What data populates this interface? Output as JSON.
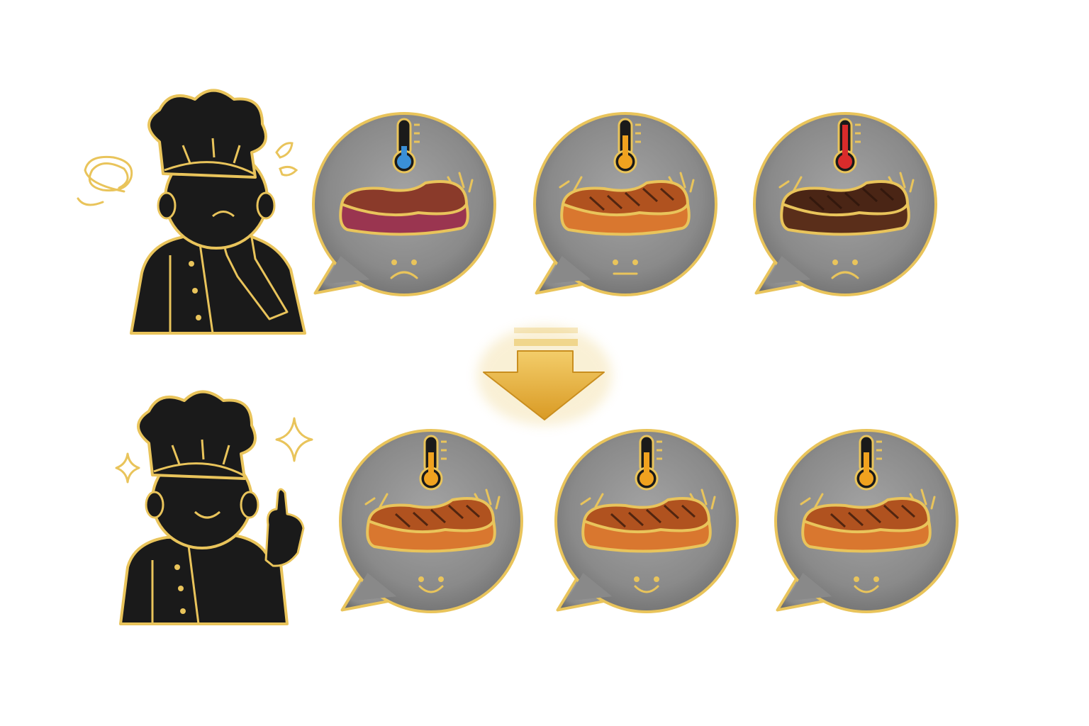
{
  "colors": {
    "gold": "#e9c45b",
    "chef_fill": "#1a1a1a",
    "bubble_fill": "#8d8d8d",
    "thermo_cold": "#3a8fd6",
    "thermo_medium": "#f0a21f",
    "thermo_hot": "#d92b2b",
    "steak_rare_top": "#8a3a2a",
    "steak_rare_side": "#9a3550",
    "steak_medium_top": "#b0521f",
    "steak_medium_side": "#d9772f",
    "steak_welldone_top": "#4a2515",
    "steak_welldone_side": "#5a2e1a",
    "arrow": "#e7b23f"
  },
  "rows": {
    "before": {
      "chef": {
        "expression": "confused",
        "accessory": "scribble-icon"
      },
      "bubbles": [
        {
          "name": "rare-steak-bubble",
          "thermometer": "cold",
          "doneness": "rare",
          "face": "sad"
        },
        {
          "name": "medium-steak-bubble",
          "thermometer": "medium",
          "doneness": "medium",
          "face": "neutral"
        },
        {
          "name": "welldone-steak-bubble",
          "thermometer": "hot",
          "doneness": "welldone",
          "face": "sad"
        }
      ]
    },
    "after": {
      "chef": {
        "expression": "happy",
        "accessory": "sparkle-icon"
      },
      "bubbles": [
        {
          "name": "consistent-steak-bubble-1",
          "thermometer": "medium",
          "doneness": "medium",
          "face": "happy"
        },
        {
          "name": "consistent-steak-bubble-2",
          "thermometer": "medium",
          "doneness": "medium",
          "face": "happy"
        },
        {
          "name": "consistent-steak-bubble-3",
          "thermometer": "medium",
          "doneness": "medium",
          "face": "happy"
        }
      ]
    }
  },
  "transition": {
    "icon": "arrow-down-icon"
  }
}
